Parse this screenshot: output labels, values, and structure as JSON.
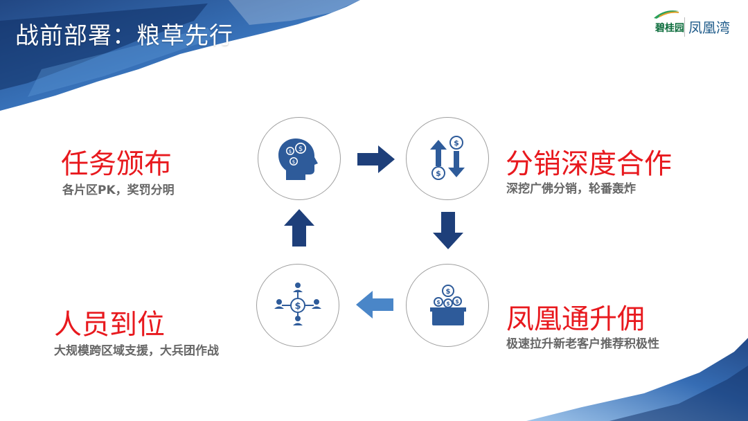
{
  "slide": {
    "title": "战前部署：粮草先行"
  },
  "logo": {
    "brand_cn": "碧桂园",
    "project": "凤凰湾"
  },
  "steps": [
    {
      "title": "任务颁布",
      "desc": "各片区PK，奖罚分明"
    },
    {
      "title": "分销深度合作",
      "desc": "深挖广佛分销，轮番轰炸"
    },
    {
      "title": "凤凰通升佣",
      "desc": "极速拉升新老客户推荐积极性"
    },
    {
      "title": "人员到位",
      "desc": "大规模跨区域支援，大兵团作战"
    }
  ],
  "icons": {
    "step1": "head-coins-icon",
    "step2": "updown-exchange-icon",
    "step3": "coin-box-icon",
    "step4": "team-network-icon"
  },
  "colors": {
    "heading": "#e8191e",
    "icon_blue": "#2e5b9a",
    "arrow_dark": "#1e3f7a",
    "arrow_light": "#4a86c8",
    "brush": "#1f4f96"
  }
}
